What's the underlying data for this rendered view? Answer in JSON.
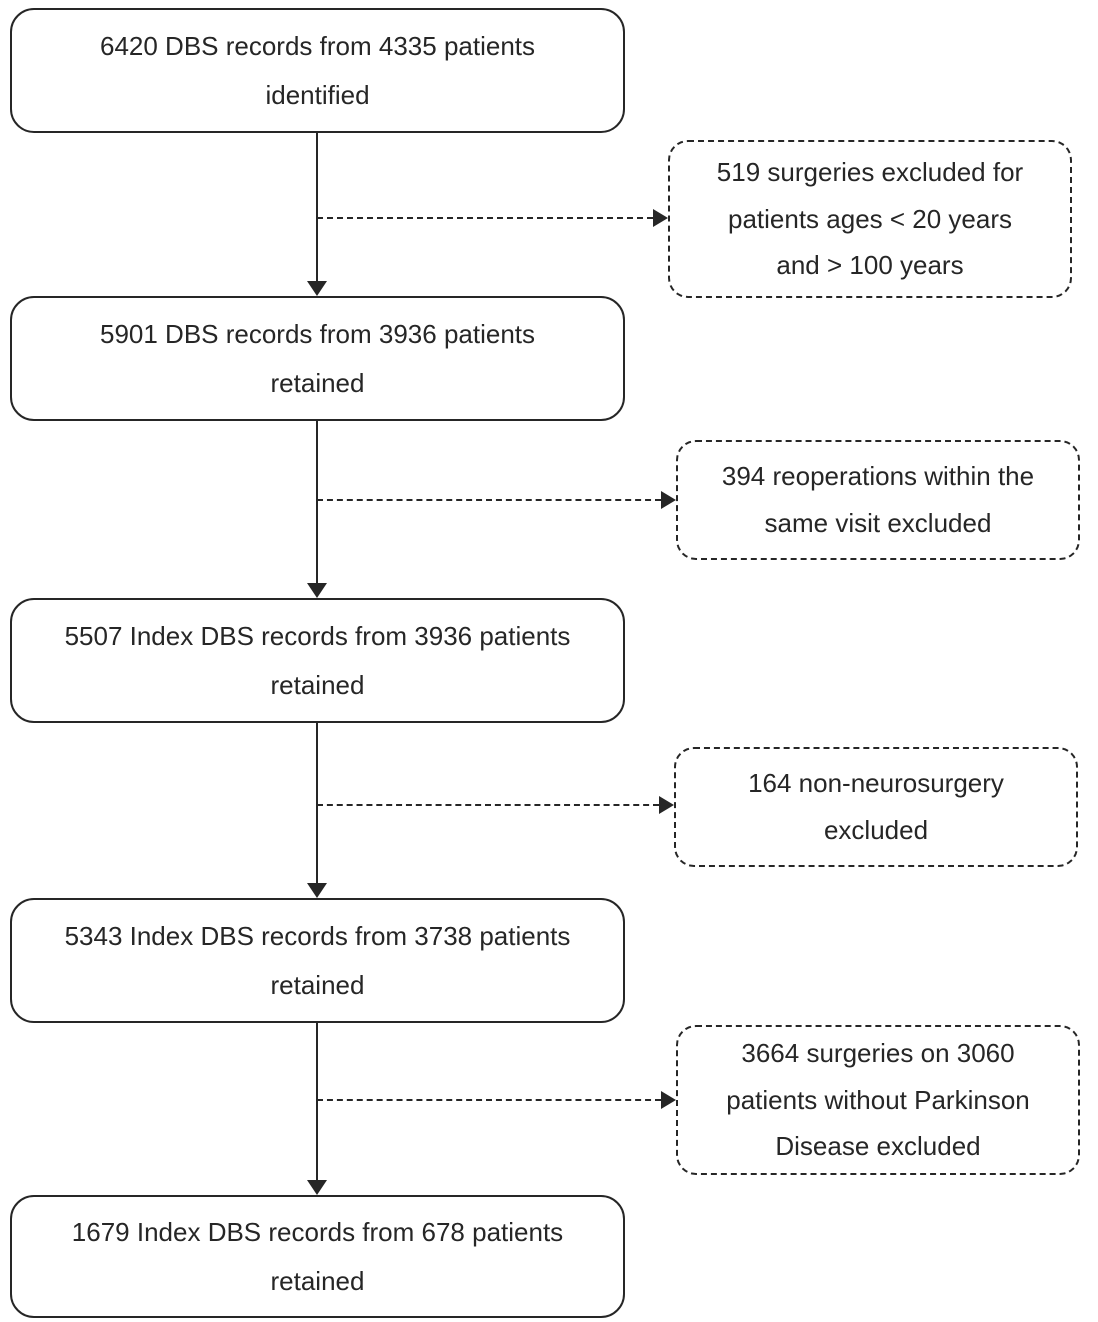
{
  "flow": {
    "steps": [
      {
        "text": "6420 DBS records from 4335 patients\nidentified"
      },
      {
        "text": "5901 DBS records from 3936 patients\nretained"
      },
      {
        "text": "5507 Index DBS records from 3936 patients\nretained"
      },
      {
        "text": "5343 Index DBS records from 3738 patients\nretained"
      },
      {
        "text": "1679 Index DBS records from 678 patients\nretained"
      }
    ],
    "exclusions": [
      {
        "text": "519 surgeries excluded for\npatients ages < 20 years\nand > 100 years"
      },
      {
        "text": "394 reoperations within the\nsame visit excluded"
      },
      {
        "text": "164 non-neurosurgery\nexcluded"
      },
      {
        "text": "3664 surgeries on 3060\npatients without Parkinson\nDisease excluded"
      }
    ],
    "colors": {
      "line": "#262626",
      "background": "#ffffff"
    }
  }
}
